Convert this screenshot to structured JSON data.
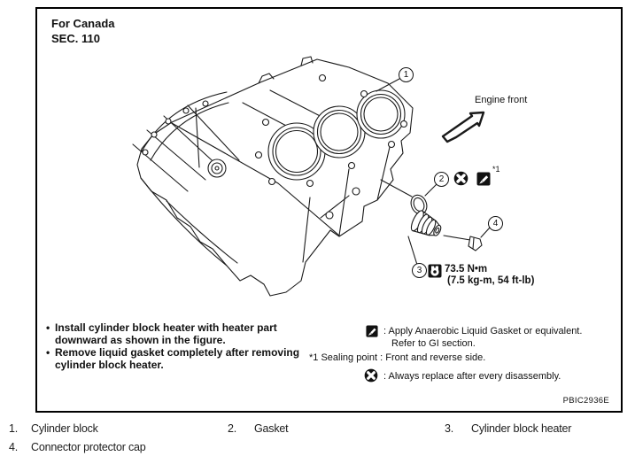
{
  "colors": {
    "ink": "#111111",
    "bg": "#ffffff"
  },
  "figure": {
    "header": {
      "region": "For Canada",
      "section": "SEC. 110"
    },
    "engine_front_label": "Engine front",
    "callouts": {
      "c1": "1",
      "c2": "2",
      "c3": "3",
      "c4": "4"
    },
    "sealing_ref": "*1",
    "torque": {
      "line1": "73.5 N•m",
      "line2": "(7.5 kg-m, 54 ft-lb)"
    },
    "notes": {
      "bullet": "•",
      "n1_line1": "Install cylinder block heater with heater part",
      "n1_line2": "downward as shown in the figure.",
      "n2_line1": "Remove liquid gasket completely after removing",
      "n2_line2": "cylinder block heater."
    },
    "legend": {
      "gasket_line1": ": Apply Anaerobic Liquid Gasket or equivalent.",
      "gasket_line2": "Refer to GI section.",
      "sealing": "*1 Sealing point : Front and reverse side.",
      "replace": ": Always replace after every disassembly."
    },
    "image_code": "PBIC2936E"
  },
  "parts_list": {
    "items": [
      {
        "num": "1.",
        "label": "Cylinder block"
      },
      {
        "num": "2.",
        "label": "Gasket"
      },
      {
        "num": "3.",
        "label": "Cylinder block heater"
      },
      {
        "num": "4.",
        "label": "Connector protector cap"
      }
    ]
  }
}
